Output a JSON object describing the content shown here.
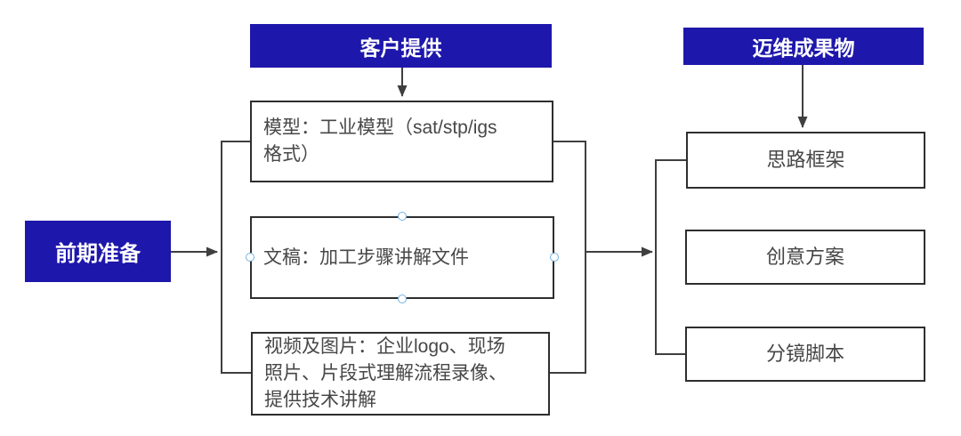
{
  "colors": {
    "header_bg": "#1e17ab",
    "header_text": "#ffffff",
    "box_border": "#2e2e2e",
    "box_text": "#474747",
    "connector": "#3f3f3f",
    "handle_ring": "#74b3e3",
    "canvas_bg": "#ffffff"
  },
  "prep": {
    "label": "前期准备"
  },
  "customer": {
    "title": "客户提供",
    "items": [
      {
        "text": "模型：工业模型（sat/stp/igs格式）"
      },
      {
        "text": "文稿：加工步骤讲解文件"
      },
      {
        "text": "视频及图片：企业logo、现场照片、片段式理解流程录像、提供技术讲解"
      }
    ]
  },
  "deliverables": {
    "title": "迈维成果物",
    "items": [
      {
        "text": "思路框架"
      },
      {
        "text": "创意方案"
      },
      {
        "text": "分镜脚本"
      }
    ]
  }
}
